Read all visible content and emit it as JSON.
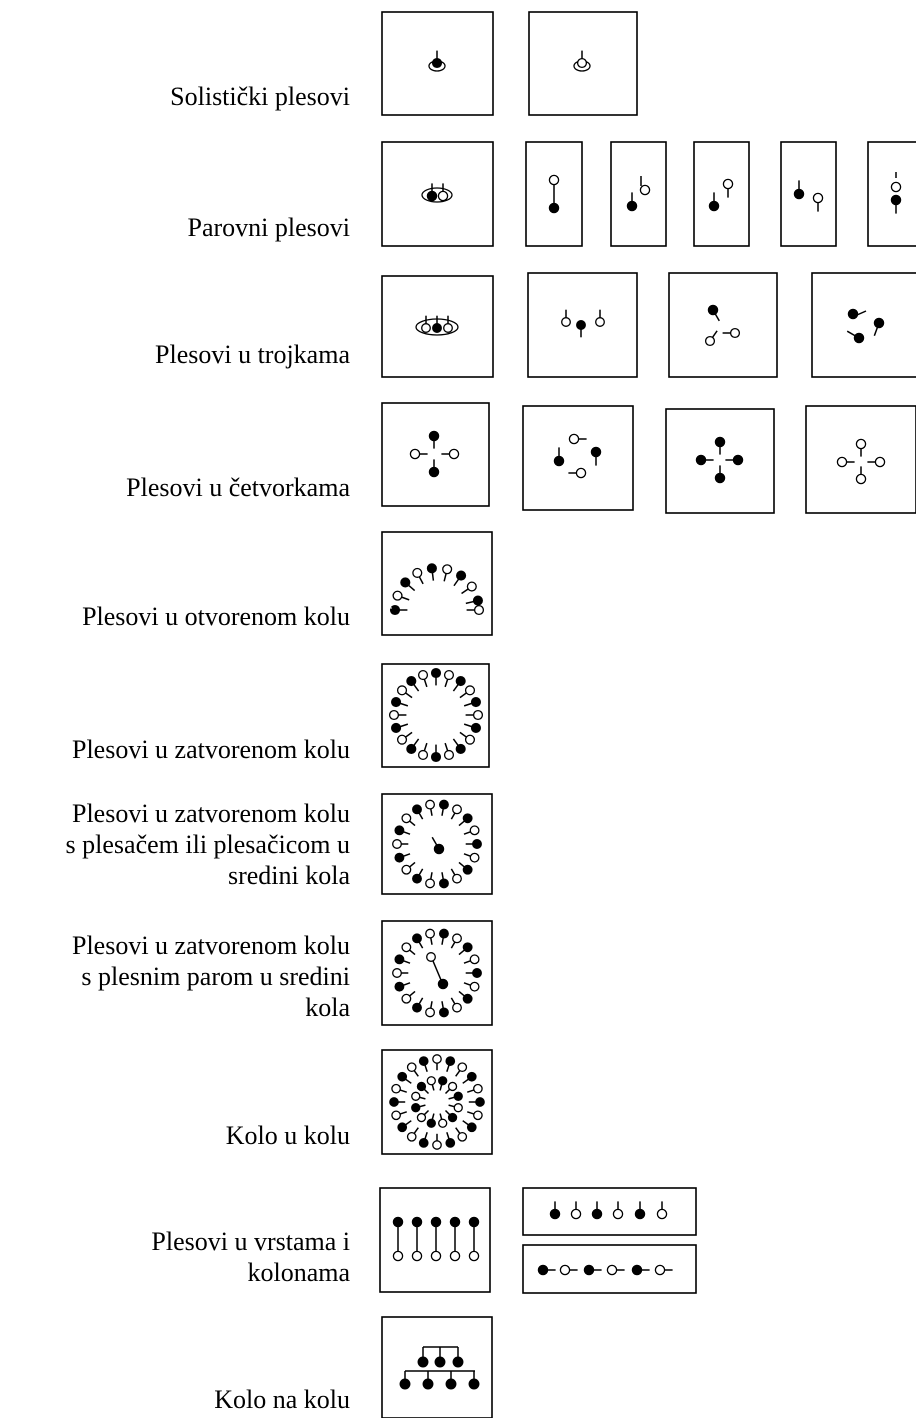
{
  "rows": [
    {
      "id": "solo",
      "lines": [
        "Solistički plesovi"
      ]
    },
    {
      "id": "pairs",
      "lines": [
        "Parovni plesovi"
      ]
    },
    {
      "id": "trios",
      "lines": [
        "Plesovi u trojkama"
      ]
    },
    {
      "id": "quartets",
      "lines": [
        "Plesovi u četvorkama"
      ]
    },
    {
      "id": "open-circle",
      "lines": [
        "Plesovi u otvorenom kolu"
      ]
    },
    {
      "id": "closed-circle",
      "lines": [
        "Plesovi u zatvorenom kolu"
      ]
    },
    {
      "id": "closed-circle-soloist",
      "lines": [
        "Plesovi u zatvorenom kolu",
        "s plesačem ili plesačicom u",
        "sredini kola"
      ]
    },
    {
      "id": "closed-circle-pair",
      "lines": [
        "Plesovi u zatvorenom kolu",
        "s plesnim parom u sredini",
        "kola"
      ]
    },
    {
      "id": "circle-in-circle",
      "lines": [
        "Kolo u kolu"
      ]
    },
    {
      "id": "rows-columns",
      "lines": [
        "Plesovi u vrstama i",
        "kolonama"
      ]
    },
    {
      "id": "circle-on-circle",
      "lines": [
        "Kolo na kolu"
      ]
    }
  ],
  "legend": {
    "female_marker": "hollow-circle",
    "male_marker": "filled-circle"
  }
}
